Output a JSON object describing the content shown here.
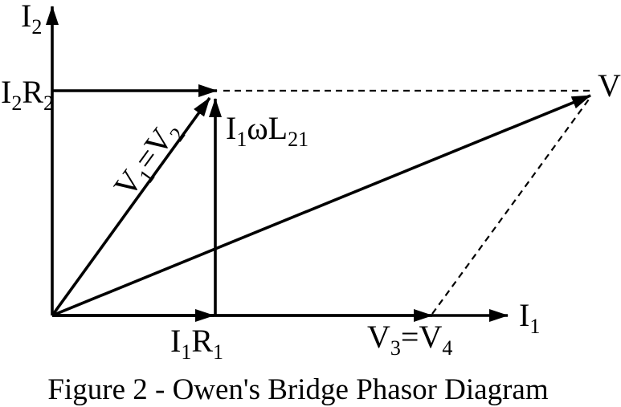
{
  "figure": {
    "caption": "Figure 2 - Owen's Bridge Phasor Diagram",
    "colors": {
      "ink": "#000000",
      "background": "#ffffff"
    },
    "labels": {
      "y_axis": {
        "main": "I",
        "sub": "2"
      },
      "x_axis": {
        "main": "I",
        "sub": "1"
      },
      "i2r2": {
        "m1": "I",
        "s1": "2",
        "m2": "R",
        "s2": "2"
      },
      "v1v2": {
        "m1": "V",
        "s1": "1",
        "m2": "=V",
        "s2": "2"
      },
      "i1wl21": {
        "m1": "I",
        "s1": "1",
        "m2": "ωL",
        "s2": "21"
      },
      "i1r1": {
        "m1": "I",
        "s1": "1",
        "m2": "R",
        "s2": "1"
      },
      "v3v4": {
        "m1": "V",
        "s1": "3",
        "m2": "=V",
        "s2": "4"
      },
      "v": "V"
    }
  }
}
